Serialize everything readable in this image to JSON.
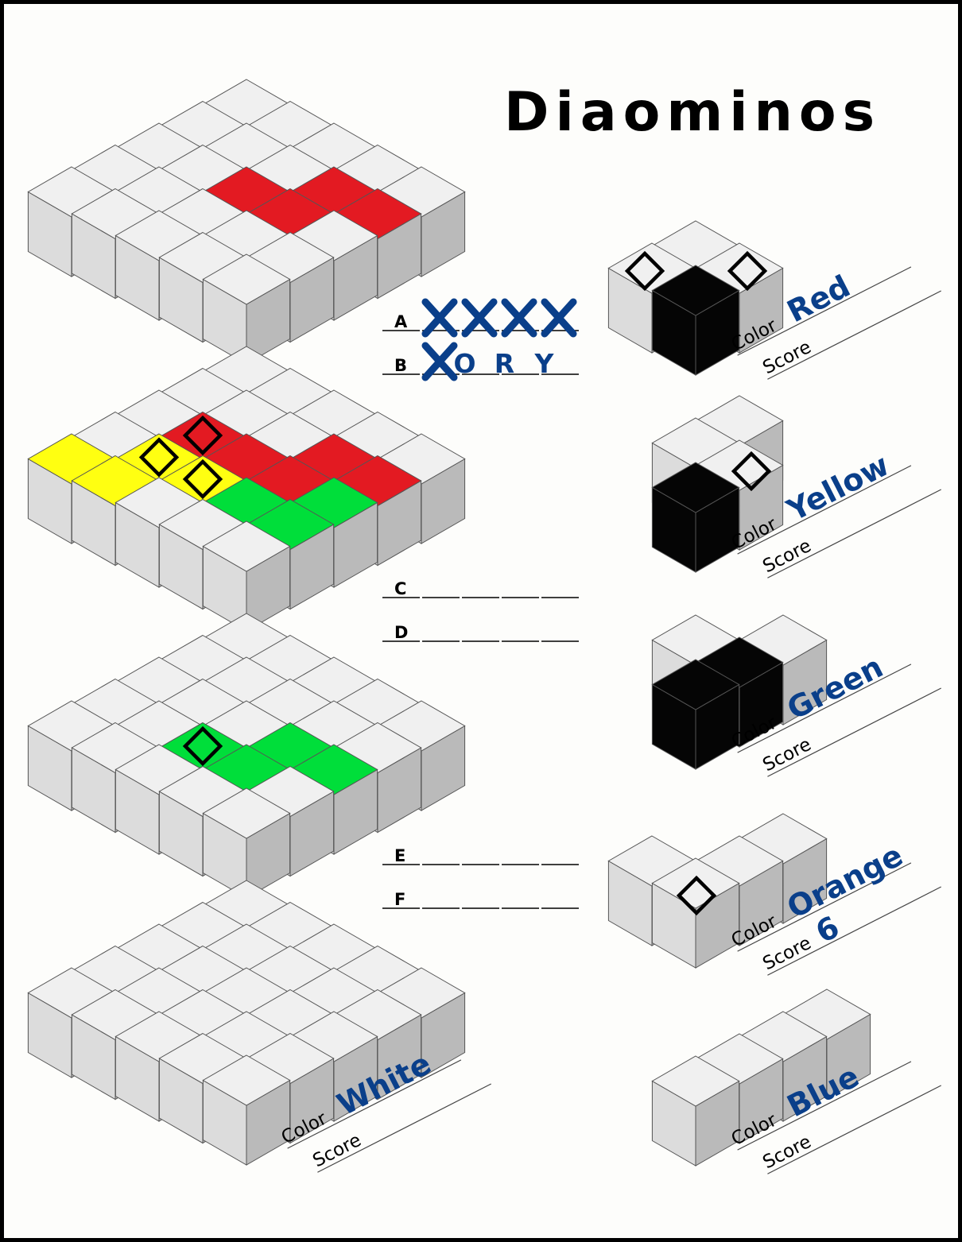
{
  "title": "Diaominos",
  "colors": {
    "red": "#e31a22",
    "green": "#00de3a",
    "yellow": "#ffff11",
    "cube_top": "#f0f0f0",
    "cube_left": "#dcdcdc",
    "cube_right": "#bababa",
    "dark": "#050505",
    "pen": "#0a3f8a"
  },
  "answer_rows": [
    {
      "label": "A",
      "letters": [
        "",
        "",
        "",
        "",
        ""
      ],
      "crossed": [
        true,
        true,
        true,
        true
      ]
    },
    {
      "label": "B",
      "letters": [
        "",
        "O",
        "R",
        "Y"
      ],
      "crossed": [
        true,
        false,
        false,
        false
      ]
    },
    {
      "label": "C",
      "letters": [
        "",
        "",
        "",
        ""
      ],
      "crossed": []
    },
    {
      "label": "D",
      "letters": [
        "",
        "",
        "",
        ""
      ],
      "crossed": []
    },
    {
      "label": "E",
      "letters": [
        "",
        "",
        "",
        ""
      ],
      "crossed": []
    },
    {
      "label": "F",
      "letters": [
        "",
        "",
        "",
        ""
      ],
      "crossed": []
    }
  ],
  "grids": [
    {
      "cells": [
        [
          1,
          3,
          "red"
        ],
        [
          1,
          4,
          "red"
        ],
        [
          2,
          2,
          "red"
        ],
        [
          2,
          3,
          "red"
        ]
      ],
      "diamonds": []
    },
    {
      "cells": [
        [
          1,
          3,
          "red"
        ],
        [
          1,
          4,
          "red"
        ],
        [
          2,
          2,
          "red"
        ],
        [
          2,
          3,
          "red"
        ],
        [
          2,
          4,
          "green"
        ],
        [
          3,
          4,
          "green"
        ],
        [
          3,
          3,
          "green"
        ],
        [
          2,
          1,
          "red"
        ],
        [
          2,
          2,
          "red"
        ],
        [
          3,
          2,
          "yellow"
        ],
        [
          3,
          1,
          "yellow"
        ],
        [
          4,
          1,
          "yellow"
        ],
        [
          4,
          0,
          "yellow"
        ],
        [
          3,
          3,
          "green"
        ]
      ],
      "diamonds": [
        [
          2,
          1,
          "red"
        ],
        [
          3,
          1,
          "yellow"
        ],
        [
          3,
          2,
          "green"
        ]
      ]
    },
    {
      "cells": [
        [
          2,
          4,
          "green"
        ],
        [
          3,
          3,
          "green"
        ],
        [
          2,
          3,
          "green"
        ],
        [
          3,
          2,
          "green"
        ]
      ],
      "diamonds": [
        [
          3,
          2,
          "green"
        ]
      ]
    },
    {
      "cells": [],
      "diamonds": []
    }
  ],
  "grid4_label": {
    "color_label": "Color",
    "score_label": "Score",
    "color_value": "White",
    "score_value": ""
  },
  "pieces": [
    {
      "color_label": "Color",
      "score_label": "Score",
      "color_value": "Red",
      "score_value": ""
    },
    {
      "color_label": "Color",
      "score_label": "Score",
      "color_value": "Yellow",
      "score_value": ""
    },
    {
      "color_label": "Color",
      "score_label": "Score",
      "color_value": "Green",
      "score_value": ""
    },
    {
      "color_label": "Color",
      "score_label": "Score",
      "color_value": "Orange",
      "score_value": "6"
    },
    {
      "color_label": "Color",
      "score_label": "Score",
      "color_value": "Blue",
      "score_value": ""
    }
  ]
}
